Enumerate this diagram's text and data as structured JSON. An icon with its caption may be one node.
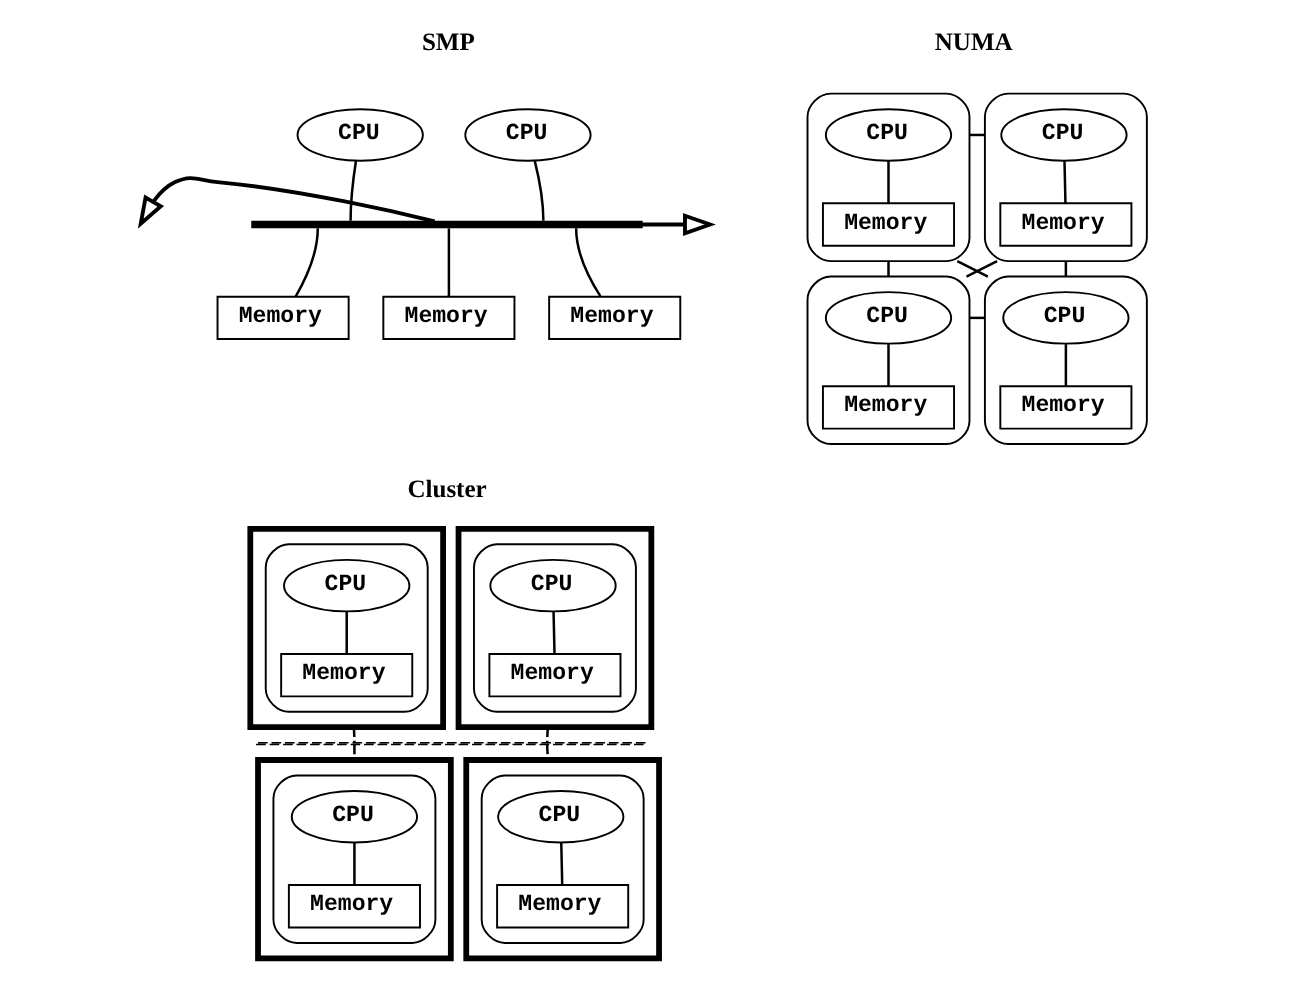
{
  "diagram": {
    "nodes": [
      {
        "text": [
          "CPU"
        ]
      },
      {
        "text": [
          "CPU"
        ]
      },
      {
        "text": [],
        "shape": "bar"
      },
      {
        "text": [
          "Memory"
        ]
      },
      {
        "text": [
          "Memory"
        ]
      },
      {
        "text": [
          "Memory"
        ]
      },
      {
        "text": [],
        "shape": "box"
      },
      {
        "text": [
          "CPU"
        ],
        "in": 6
      },
      {
        "text": [
          "Memory"
        ],
        "in": 6
      },
      {
        "text": [],
        "shape": "box"
      },
      {
        "text": [
          "CPU"
        ],
        "in": 9
      },
      {
        "text": [
          "Memory"
        ],
        "in": 9
      },
      {
        "text": [],
        "shape": "box"
      },
      {
        "text": [
          "CPU"
        ],
        "in": 12
      },
      {
        "text": [
          "Memory"
        ],
        "in": 12
      },
      {
        "text": [],
        "shape": "box"
      },
      {
        "text": [
          "CPU"
        ],
        "in": 15
      },
      {
        "text": [
          "Memory"
        ],
        "in": 15
      },
      {
        "text": [],
        "shape": "box"
      },
      {
        "text": [],
        "shape": "box",
        "in": 18
      },
      {
        "text": [
          "CPU"
        ],
        "in": 19
      },
      {
        "text": [
          "Memory"
        ],
        "in": 19
      },
      {
        "text": [],
        "shape": "box"
      },
      {
        "text": [],
        "shape": "box",
        "in": 22
      },
      {
        "text": [
          "CPU"
        ],
        "in": 23
      },
      {
        "text": [
          "Memory"
        ],
        "in": 23
      },
      {
        "text": [],
        "shape": "bar"
      },
      {
        "text": [],
        "shape": "box"
      },
      {
        "text": [],
        "shape": "box",
        "in": 27
      },
      {
        "text": [
          "CPU"
        ],
        "in": 28
      },
      {
        "text": [
          "Memory"
        ],
        "in": 28
      },
      {
        "text": [],
        "shape": "box"
      },
      {
        "text": [],
        "shape": "box",
        "in": 31
      },
      {
        "text": [
          "CPU"
        ],
        "in": 32
      },
      {
        "text": [
          "Memory"
        ],
        "in": 32
      }
    ],
    "edges": [
      {
        "from": 0,
        "to": 2,
        "arrow": "none"
      },
      {
        "from": 1,
        "to": 2,
        "arrow": "none"
      },
      {
        "from": 2,
        "to": 3,
        "arrow": "none"
      },
      {
        "from": 2,
        "to": 4,
        "arrow": "none"
      },
      {
        "from": 2,
        "to": 5,
        "arrow": "none"
      },
      {
        "from": 2,
        "to": null,
        "arrow": "to"
      },
      {
        "from": 2,
        "to": null,
        "arrow": "to"
      },
      {
        "from": 7,
        "to": 8,
        "arrow": "none"
      },
      {
        "from": 10,
        "to": 11,
        "arrow": "none"
      },
      {
        "from": 13,
        "to": 14,
        "arrow": "none"
      },
      {
        "from": 16,
        "to": 17,
        "arrow": "none"
      },
      {
        "from": 6,
        "to": 9,
        "arrow": "none"
      },
      {
        "from": 6,
        "to": 12,
        "arrow": "none"
      },
      {
        "from": 9,
        "to": 15,
        "arrow": "none"
      },
      {
        "from": 12,
        "to": 15,
        "arrow": "none"
      },
      {
        "from": 6,
        "to": 15,
        "arrow": "none"
      },
      {
        "from": 9,
        "to": 12,
        "arrow": "none"
      },
      {
        "from": 20,
        "to": 21,
        "arrow": "none"
      },
      {
        "from": 24,
        "to": 25,
        "arrow": "none"
      },
      {
        "from": 29,
        "to": 30,
        "arrow": "none"
      },
      {
        "from": 33,
        "to": 34,
        "arrow": "none"
      },
      {
        "from": 18,
        "to": 26,
        "arrow": "none",
        "style": "dashed"
      },
      {
        "from": 22,
        "to": 26,
        "arrow": "none",
        "style": "dashed"
      },
      {
        "from": 26,
        "to": 27,
        "arrow": "none",
        "style": "dashed"
      },
      {
        "from": 26,
        "to": 31,
        "arrow": "none",
        "style": "dashed"
      }
    ],
    "labels": [
      "SMP",
      "NUMA",
      "Cluster"
    ]
  }
}
